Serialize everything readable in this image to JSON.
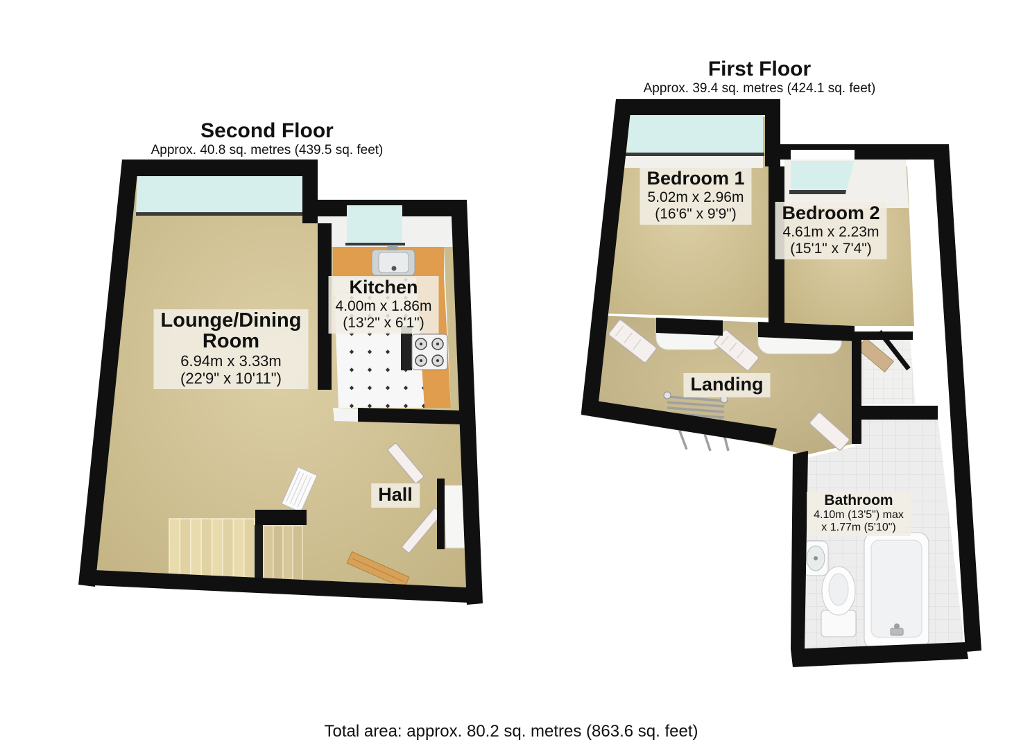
{
  "floors": {
    "second": {
      "title": "Second Floor",
      "subtitle": "Approx. 40.8 sq. metres (439.5 sq. feet)",
      "rooms": {
        "lounge": {
          "name_line1": "Lounge/Dining",
          "name_line2": "Room",
          "dims_metric": "6.94m x 3.33m",
          "dims_imperial": "(22'9\" x 10'11\")"
        },
        "kitchen": {
          "name": "Kitchen",
          "dims_metric": "4.00m x 1.86m",
          "dims_imperial": "(13'2\" x 6'1\")"
        },
        "hall": {
          "name": "Hall"
        }
      }
    },
    "first": {
      "title": "First Floor",
      "subtitle": "Approx. 39.4 sq. metres (424.1 sq. feet)",
      "rooms": {
        "bedroom1": {
          "name": "Bedroom 1",
          "dims_metric": "5.02m x 2.96m",
          "dims_imperial": "(16'6\" x 9'9\")"
        },
        "bedroom2": {
          "name": "Bedroom 2",
          "dims_metric": "4.61m x 2.23m",
          "dims_imperial": "(15'1\" x 7'4\")"
        },
        "landing": {
          "name": "Landing"
        },
        "bathroom": {
          "name": "Bathroom",
          "dims_line1": "4.10m (13'5\") max",
          "dims_line2": "x 1.77m (5'10\")"
        }
      }
    }
  },
  "footer": {
    "total_area": "Total area: approx. 80.2 sq. metres (863.6 sq. feet)"
  },
  "colors": {
    "wall": "#101010",
    "glass": "#d7efec",
    "floor_beige": "#d4c596",
    "floor_tan": "#c8b98c",
    "counter": "#df9d4d",
    "wood": "#d8a159",
    "bath_tile": "#ededed"
  }
}
